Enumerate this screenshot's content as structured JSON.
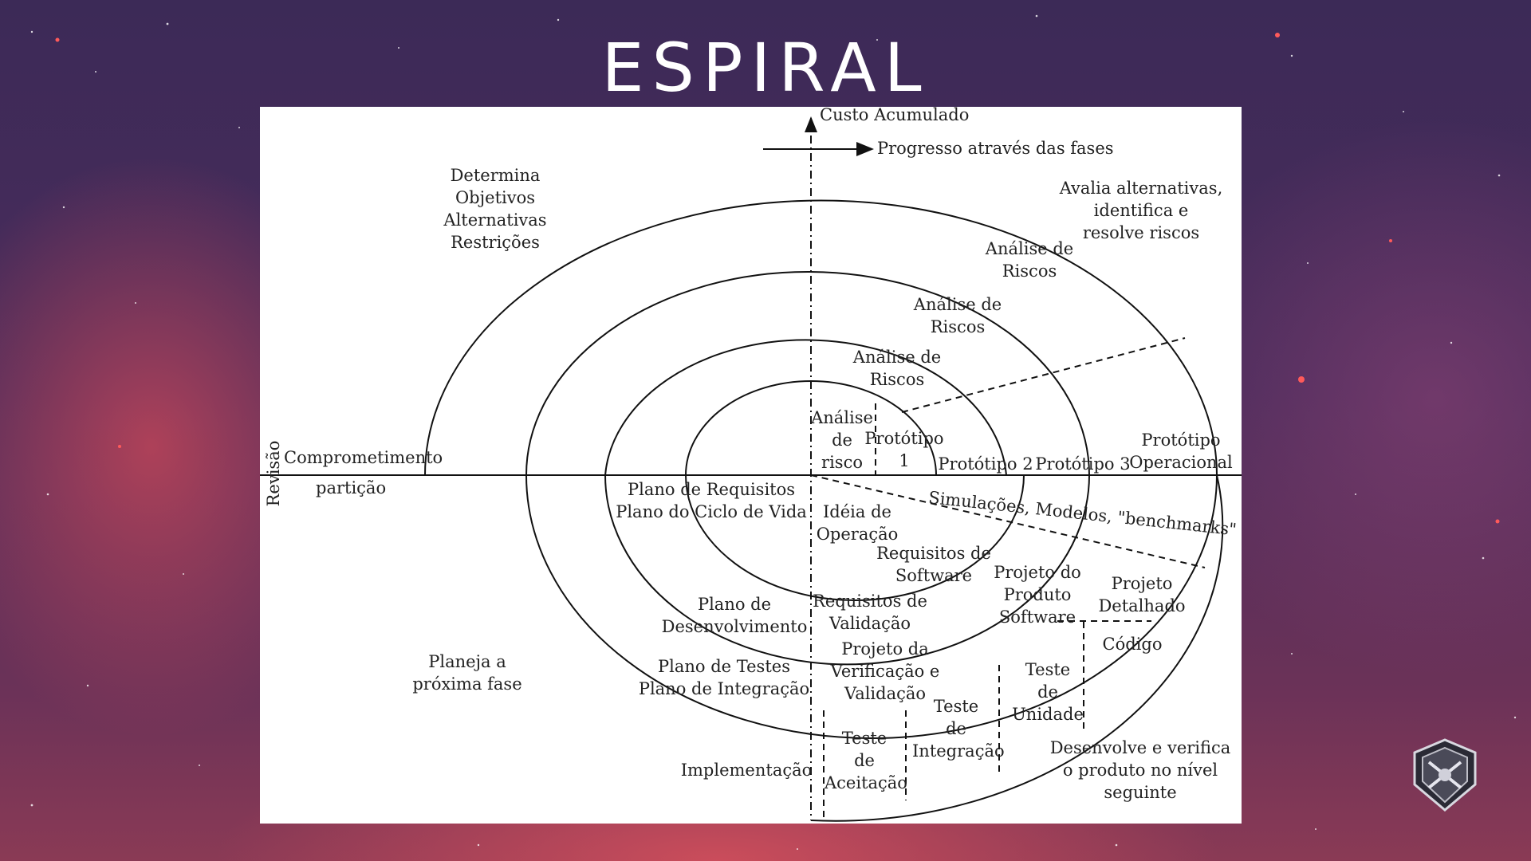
{
  "slide": {
    "title": "ESPIRAL"
  },
  "diagram": {
    "axes": {
      "vertical": "Custo Acumulado",
      "horizontal": "Progresso através das fases",
      "left": "Revisão"
    },
    "quadrants": {
      "top_left": "Determina\nObjetivos\nAlternativas\nRestrições",
      "top_right": "Avalia alternativas,\nidentifica e\nresolve riscos",
      "bottom_left": "Planeja a\npróxima fase",
      "bottom_right": "Desenvolve e verifica\no produto no nível\nseguinte"
    },
    "left_labels": {
      "commitment": "Comprometimento",
      "partition": "partição"
    },
    "risk_analysis": {
      "r1": "Análise de\nRiscos",
      "r2": "Análise de\nRiscos",
      "r3": "Análise de\nRiscos",
      "r4": "Análise\nde\nrisco"
    },
    "prototypes": {
      "p1": "Protótipo\n1",
      "p2": "Protótipo 2",
      "p3": "Protótipo 3",
      "op": "Protótipo\nOperacional"
    },
    "simulations": "Simulações, Modelos, \"benchmarks\"",
    "plans": {
      "requirements": "Plano de Requisitos\nPlano do Ciclo de Vida",
      "development": "Plano de\nDesenvolvimento",
      "tests": "Plano de Testes\nPlano de Integração"
    },
    "engineering": {
      "operation_idea": "Idéia de\nOperação",
      "software_requirements": "Requisitos de\nSoftware",
      "validation_requirements": "Requisitos de\nValidação",
      "product_design": "Projeto do\nProduto\nSoftware",
      "detailed_design": "Projeto\nDetalhado",
      "code": "Código",
      "vv_design": "Projeto da\nVerificação e\nValidação",
      "unit_test": "Teste\nde\nUnidade",
      "integration_test": "Teste\nde\nIntegração",
      "acceptance_test": "Teste\nde\nAceitação",
      "implementation": "Implementação"
    }
  }
}
